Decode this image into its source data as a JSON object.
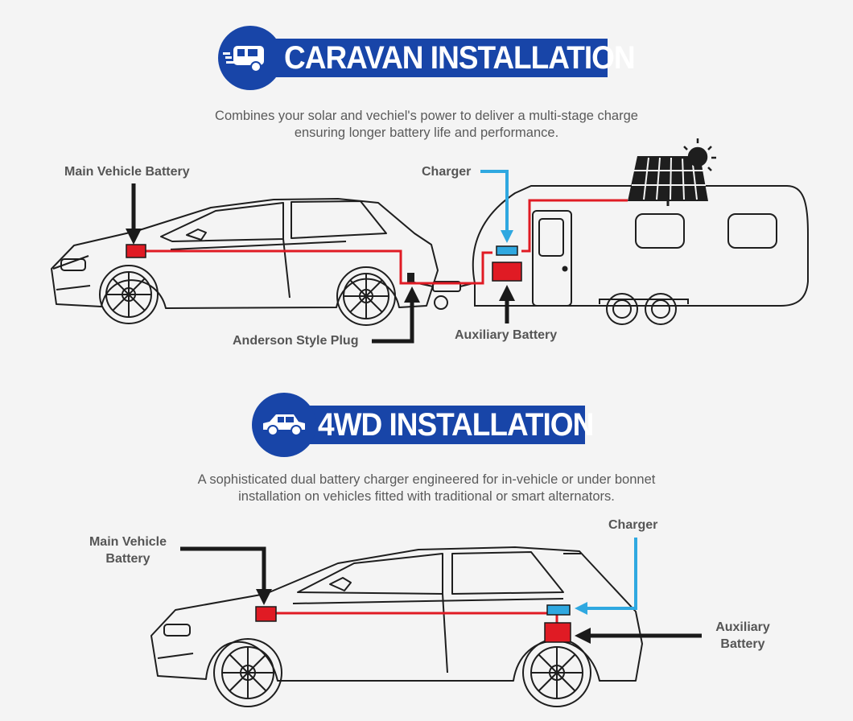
{
  "caravan": {
    "title": "CARAVAN INSTALLATION",
    "desc_line1": "Combines your solar and vechiel's power to deliver a multi-stage charge",
    "desc_line2": "ensuring longer battery life and performance.",
    "labels": {
      "main_battery": "Main Vehicle Battery",
      "charger": "Charger",
      "anderson_plug": "Anderson Style Plug",
      "aux_battery": "Auxiliary Battery"
    }
  },
  "fwd": {
    "title": "4WD INSTALLATION",
    "desc_line1": "A sophisticated dual battery charger engineered for in-vehicle or under bonnet",
    "desc_line2": "installation on vehicles fitted with traditional or smart alternators.",
    "labels": {
      "main_battery_line1": "Main Vehicle",
      "main_battery_line2": "Battery",
      "charger": "Charger",
      "aux_battery_line1": "Auxiliary",
      "aux_battery_line2": "Battery"
    }
  },
  "colors": {
    "brand_blue": "#1845a8",
    "battery_red": "#e01b24",
    "charger_blue": "#2fa8e0",
    "arrow_black": "#1a1a1a"
  },
  "icons": [
    "caravan-icon",
    "4wd-icon",
    "sun-icon",
    "solar-panel-icon"
  ]
}
